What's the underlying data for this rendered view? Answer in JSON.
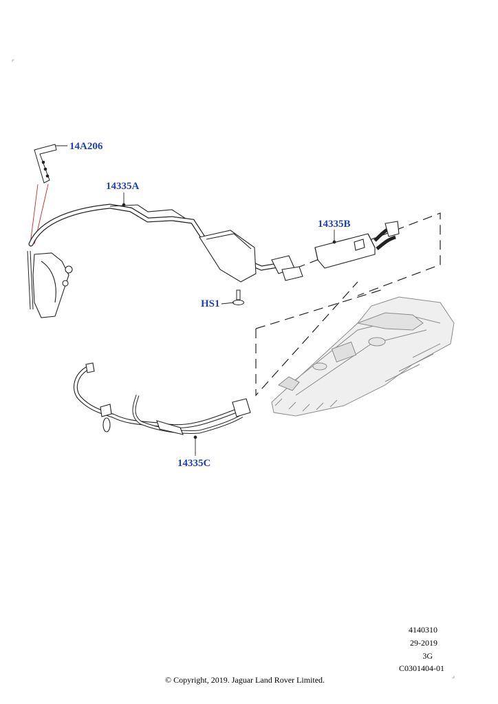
{
  "callouts": {
    "bracket": "14A206",
    "harness_a": "14335A",
    "harness_b": "14335B",
    "screw": "HS1",
    "harness_c": "14335C"
  },
  "meta": {
    "illustration_number": "4140310",
    "date": "29-2019",
    "model_code": "3G",
    "plate_code": "C0301404-01"
  },
  "copyright": "© Copyright, 2019. Jaguar Land Rover Limited.",
  "colors": {
    "callout_text": "#1f3fbf",
    "line_art": "#222222",
    "phantom_fill": "#efefef",
    "guide_line": "#cc2222"
  }
}
